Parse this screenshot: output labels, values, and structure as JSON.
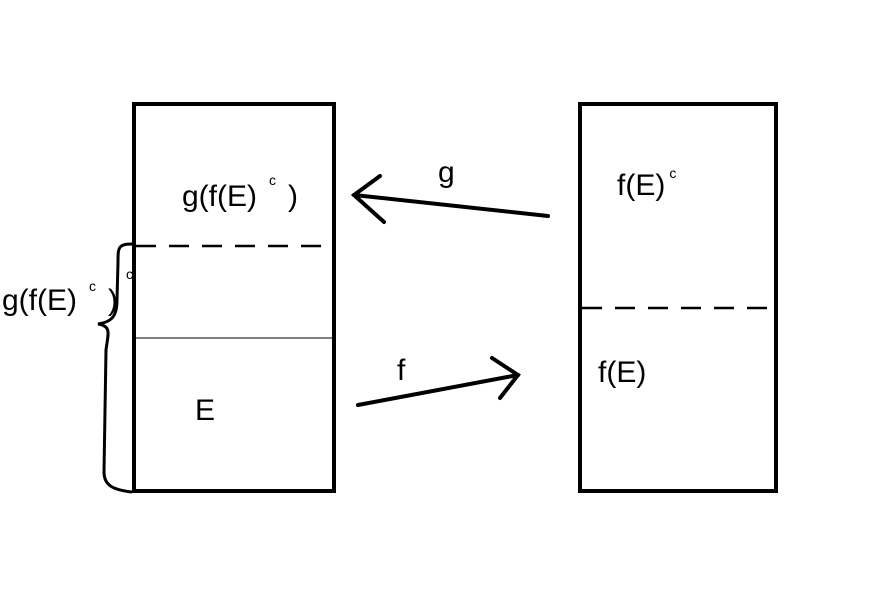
{
  "left_box": {
    "upper_label": "g(f(E)",
    "upper_label_sup": "c",
    "upper_label_close": ")",
    "lower_label": "E"
  },
  "right_box": {
    "upper_label": "f(E)",
    "upper_label_sup": "c",
    "lower_label": "f(E)"
  },
  "arrows": {
    "g_label": "g",
    "f_label": "f"
  },
  "brace": {
    "label": "g(f(E)",
    "label_sup1": "c",
    "label_close": ")",
    "label_sup2": "c"
  },
  "colors": {
    "ink": "#000000",
    "background": "#ffffff"
  }
}
